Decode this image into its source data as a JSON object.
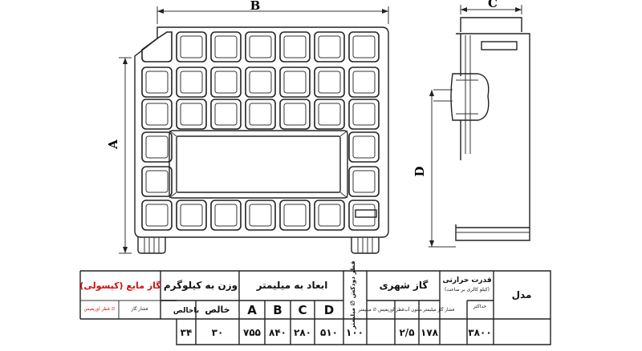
{
  "dimensions": {
    "a": "A",
    "b": "B",
    "c": "C",
    "d": "D"
  },
  "table": {
    "model_header": "مدل",
    "heat_header": "قدرت حرارتی",
    "heat_sub": "(کیلو کالری بر ساعت)",
    "heat_col": "حداکثر",
    "heat_value": "۳۸۰۰",
    "natural_gas_header": "گاز شهری",
    "natural_gas_col1": "فشار گاز میلیمتر ستون آب",
    "natural_gas_col2": "قطر اوریفیس ∅ میلیمتر",
    "natural_gas_val1": "۱۷۸",
    "natural_gas_val2": "۲/۵",
    "flue_header": "قطر دودکش ∅ میلیمتر",
    "flue_value": "۱۰۰",
    "dims_header": "ابعاد به میلیمتر",
    "dims_cols": [
      "D",
      "C",
      "B",
      "A"
    ],
    "dims_values": [
      "۵۱۰",
      "۲۸۰",
      "۸۴۰",
      "۷۵۵"
    ],
    "weight_header": "وزن به کیلوگرم",
    "weight_net": "خالص",
    "weight_gross": "ناخالص",
    "weight_net_val": "۳۰",
    "weight_gross_val": "۳۴",
    "lpg_header": "گاز مایع (کپسولی)",
    "lpg_col1": "فشار گاز",
    "lpg_col2": "قطر اوریفیس ∅"
  },
  "colors": {
    "lpg_header": "#d01010",
    "line": "#222222"
  }
}
